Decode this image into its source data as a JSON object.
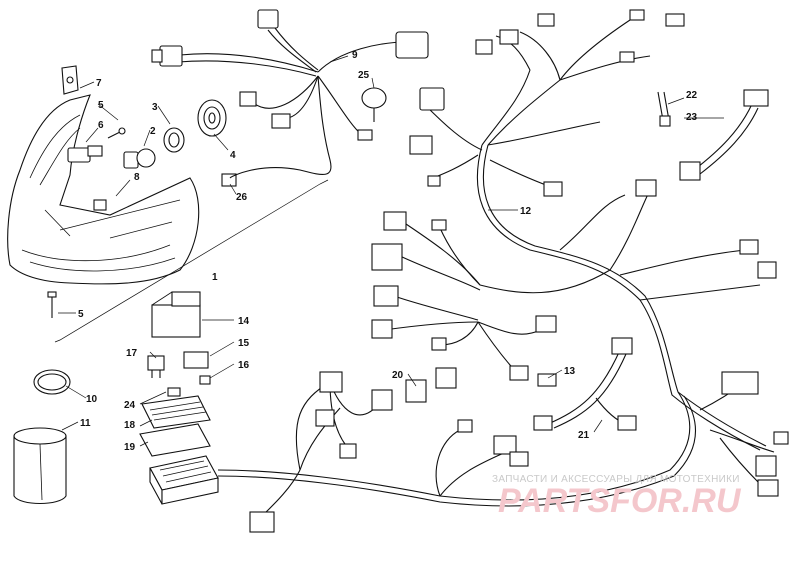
{
  "diagram": {
    "callouts": [
      "1",
      "2",
      "3",
      "4",
      "5",
      "5",
      "6",
      "7",
      "8",
      "9",
      "10",
      "11",
      "12",
      "13",
      "14",
      "15",
      "16",
      "17",
      "18",
      "19",
      "20",
      "21",
      "22",
      "23",
      "24",
      "25",
      "26"
    ]
  },
  "watermark": {
    "text": "ЗАПЧАСТИ И АКСЕССУАРЫ ДЛЯ МОТОТЕХНИКИ",
    "logo": "PARTSFOR.RU"
  }
}
